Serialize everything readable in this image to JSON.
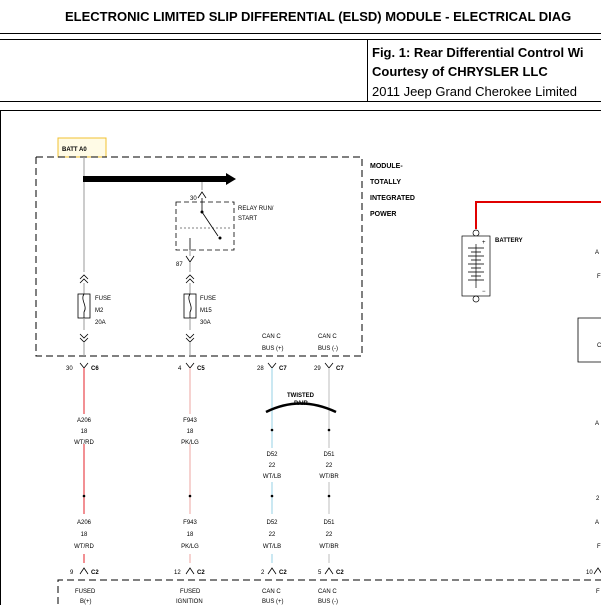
{
  "header": {
    "title": "ELECTRONIC LIMITED SLIP DIFFERENTIAL (ELSD) MODULE - ELECTRICAL DIAG"
  },
  "caption": {
    "line1": "Fig. 1: Rear Differential Control Wi",
    "line2": "Courtesy of CHRYSLER LLC",
    "line3": "2011 Jeep Grand Cherokee Limited"
  },
  "diagram": {
    "batt_label": "BATT A0",
    "module_label": [
      "MODULE-",
      "TOTALLY",
      "INTEGRATED",
      "POWER"
    ],
    "relay_pin_top": "30",
    "relay_pin_bottom": "87",
    "relay_label": [
      "RELAY RUN/",
      "START"
    ],
    "fuse1": {
      "title": "FUSE",
      "id": "M2",
      "rating": "20A"
    },
    "fuse2": {
      "title": "FUSE",
      "id": "M15",
      "rating": "30A"
    },
    "can_top_1": [
      "CAN C",
      "BUS (+)"
    ],
    "can_top_2": [
      "CAN C",
      "BUS (-)"
    ],
    "connectors_top": [
      {
        "pin": "30",
        "conn": "C6"
      },
      {
        "pin": "4",
        "conn": "C5"
      },
      {
        "pin": "28",
        "conn": "C7"
      },
      {
        "pin": "29",
        "conn": "C7"
      }
    ],
    "twisted_pair": [
      "TWISTED",
      "PAIR"
    ],
    "wires_upper": [
      {
        "circuit": "A206",
        "gauge": "18",
        "color": "WT/RD"
      },
      {
        "circuit": "F943",
        "gauge": "18",
        "color": "PK/LG"
      },
      {
        "circuit": "D52",
        "gauge": "22",
        "color": "WT/LB"
      },
      {
        "circuit": "D51",
        "gauge": "22",
        "color": "WT/BR"
      }
    ],
    "wires_lower": [
      {
        "circuit": "A206",
        "gauge": "18",
        "color": "WT/RD"
      },
      {
        "circuit": "F943",
        "gauge": "18",
        "color": "PK/LG"
      },
      {
        "circuit": "D52",
        "gauge": "22",
        "color": "WT/LB"
      },
      {
        "circuit": "D51",
        "gauge": "22",
        "color": "WT/BR"
      }
    ],
    "connectors_bottom": [
      {
        "pin": "9",
        "conn": "C2"
      },
      {
        "pin": "12",
        "conn": "C2"
      },
      {
        "pin": "2",
        "conn": "C2"
      },
      {
        "pin": "5",
        "conn": "C2"
      },
      {
        "pin": "10",
        "conn": ""
      }
    ],
    "bottom_labels": [
      [
        "FUSED",
        "B(+)"
      ],
      [
        "FUSED",
        "IGNITION"
      ],
      [
        "CAN C",
        "BUS (+)"
      ],
      [
        "CAN C",
        "BUS (-)"
      ]
    ],
    "battery_label": "BATTERY",
    "right_fragments": [
      "A",
      "F",
      "A",
      "2",
      "A",
      "F",
      "F",
      "C"
    ],
    "colors": {
      "red_wire": "#e8474c",
      "pink_wire": "#f0b3b0",
      "blue_wire": "#a8d8e8",
      "gray_wire": "#c8c8c8",
      "battery_feed": "#e00000"
    }
  }
}
